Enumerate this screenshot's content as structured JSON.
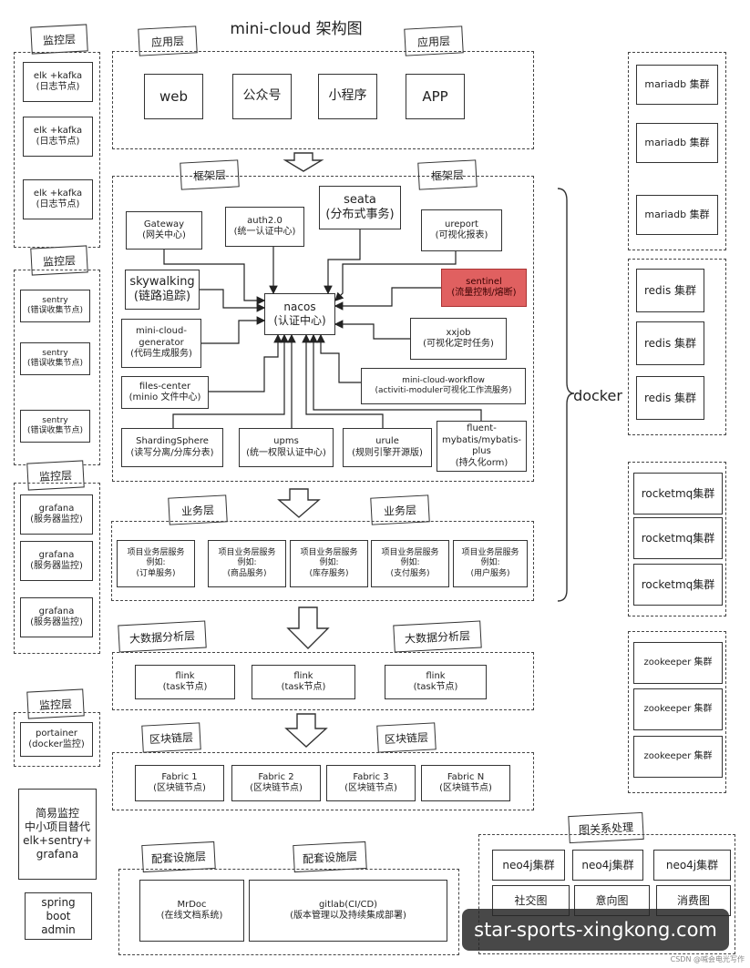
{
  "title": "mini-cloud 架构图",
  "layers": {
    "app": "应用层",
    "framework": "框架层",
    "business": "业务层",
    "bigdata": "大数据分析层",
    "blockchain": "区块链层",
    "infra": "配套设施层",
    "graph": "图关系处理",
    "monitor": "监控层"
  },
  "app_items": [
    "web",
    "公众号",
    "小程序",
    "APP"
  ],
  "framework": {
    "gateway": "Gateway\n(网关中心)",
    "auth": "auth2.0\n(统一认证中心)",
    "seata": "seata\n(分布式事务)",
    "ureport": "ureport\n(可视化报表)",
    "skywalking": "skywalking\n(链路追踪)",
    "nacos": "nacos\n(认证中心)",
    "sentinel": "sentinel\n(流量控制/熔断)",
    "generator": "mini-cloud-\ngenerator\n(代码生成服务)",
    "xxjob": "xxjob\n(可视化定时任务)",
    "files": "files-center\n(minio 文件中心)",
    "workflow": "mini-cloud-workflow\n(activiti-moduler可视化工作流服务)",
    "sharding": "ShardingSphere\n(读写分离/分库分表)",
    "upms": "upms\n(统一权限认证中心)",
    "urule": "urule\n(规则引擎开源版)",
    "fluent": "fluent-\nmybatis/mybatis-\nplus\n(持久化orm)"
  },
  "business_items": [
    "项目业务层服务\n例如:\n(订单服务)",
    "项目业务层服务\n例如:\n(商品服务)",
    "项目业务层服务\n例如:\n(库存服务)",
    "项目业务层服务\n例如:\n(支付服务)",
    "项目业务层服务\n例如:\n(用户服务)"
  ],
  "bigdata_items": [
    "flink\n(task节点)",
    "flink\n(task节点)",
    "flink\n(task节点)"
  ],
  "blockchain_items": [
    "Fabric 1\n(区块链节点)",
    "Fabric 2\n(区块链节点)",
    "Fabric 3\n(区块链节点)",
    "Fabric N\n(区块链节点)"
  ],
  "infra_items": [
    "MrDoc\n(在线文档系统)",
    "gitlab(CI/CD)\n(版本管理以及持续集成部署)"
  ],
  "monitor": {
    "elk": [
      "elk +kafka\n(日志节点)",
      "elk +kafka\n(日志节点)",
      "elk +kafka\n(日志节点)"
    ],
    "sentry": [
      "sentry\n(错误收集节点)",
      "sentry\n(错误收集节点)",
      "sentry\n(错误收集节点)"
    ],
    "grafana": [
      "grafana\n(服务器监控)",
      "grafana\n(服务器监控)",
      "grafana\n(服务器监控)"
    ],
    "portainer": "portainer\n(docker监控)",
    "simple": "简易监控\n中小项目替代\nelk+sentry+\ngrafana",
    "spring_admin": "spring\nboot\nadmin"
  },
  "docker": {
    "label": "docker",
    "mariadb": [
      "mariadb 集群",
      "mariadb 集群",
      "mariadb 集群"
    ],
    "redis": [
      "redis 集群",
      "redis 集群",
      "redis 集群"
    ],
    "rocketmq": [
      "rocketmq集群",
      "rocketmq集群",
      "rocketmq集群"
    ],
    "zookeeper": [
      "zookeeper 集群",
      "zookeeper 集群",
      "zookeeper 集群"
    ]
  },
  "graph": {
    "neo4j": [
      "neo4j集群",
      "neo4j集群",
      "neo4j集群"
    ],
    "graphs": [
      "社交图",
      "意向图",
      "消费图"
    ]
  },
  "watermark": "star-sports-xingkong.com",
  "credit": "CSDN @喊会电光写作"
}
